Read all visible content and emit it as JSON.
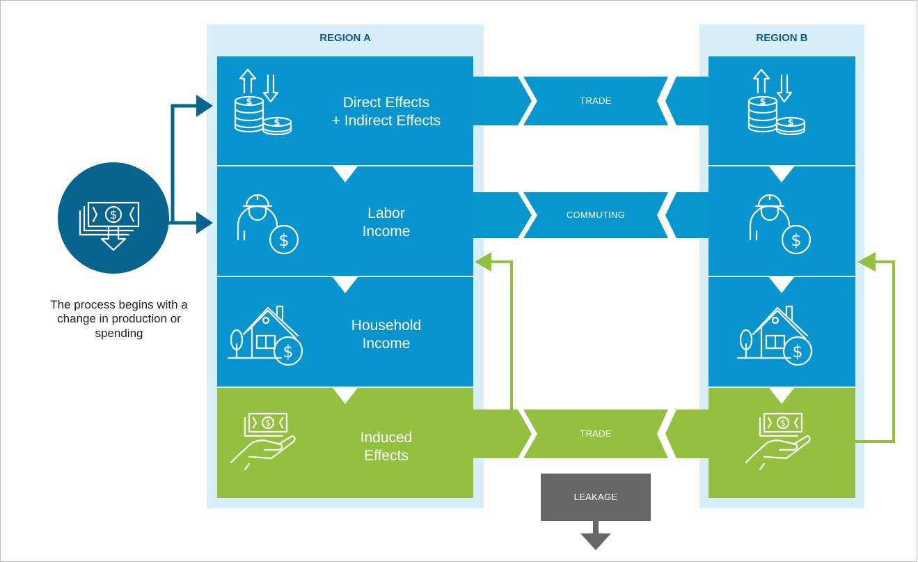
{
  "regions": {
    "a": {
      "title": "REGION A"
    },
    "b": {
      "title": "REGION B"
    }
  },
  "stages": {
    "direct": {
      "line1": "Direct Effects",
      "line2": "+ Indirect Effects",
      "icon": "coins-arrows-icon"
    },
    "labor": {
      "line1": "Labor",
      "line2": "Income",
      "icon": "worker-coin-icon"
    },
    "household": {
      "line1": "Household",
      "line2": "Income",
      "icon": "house-coin-icon"
    },
    "induced": {
      "line1": "Induced",
      "line2": "Effects",
      "icon": "hand-money-icon"
    }
  },
  "connectors": {
    "trade_top": "TRADE",
    "commuting": "COMMUTING",
    "trade_bottom": "TRADE",
    "leakage": "LEAKAGE"
  },
  "start": {
    "text": "The process begins with a change in production or spending",
    "icon": "money-down-icon"
  },
  "colors": {
    "blue": "#0894ce",
    "green": "#93c03f",
    "dark_blue": "#07648f",
    "light_blue_panel": "#d8eef8",
    "gray": "#676767",
    "connector_blue": "#0896cf"
  }
}
